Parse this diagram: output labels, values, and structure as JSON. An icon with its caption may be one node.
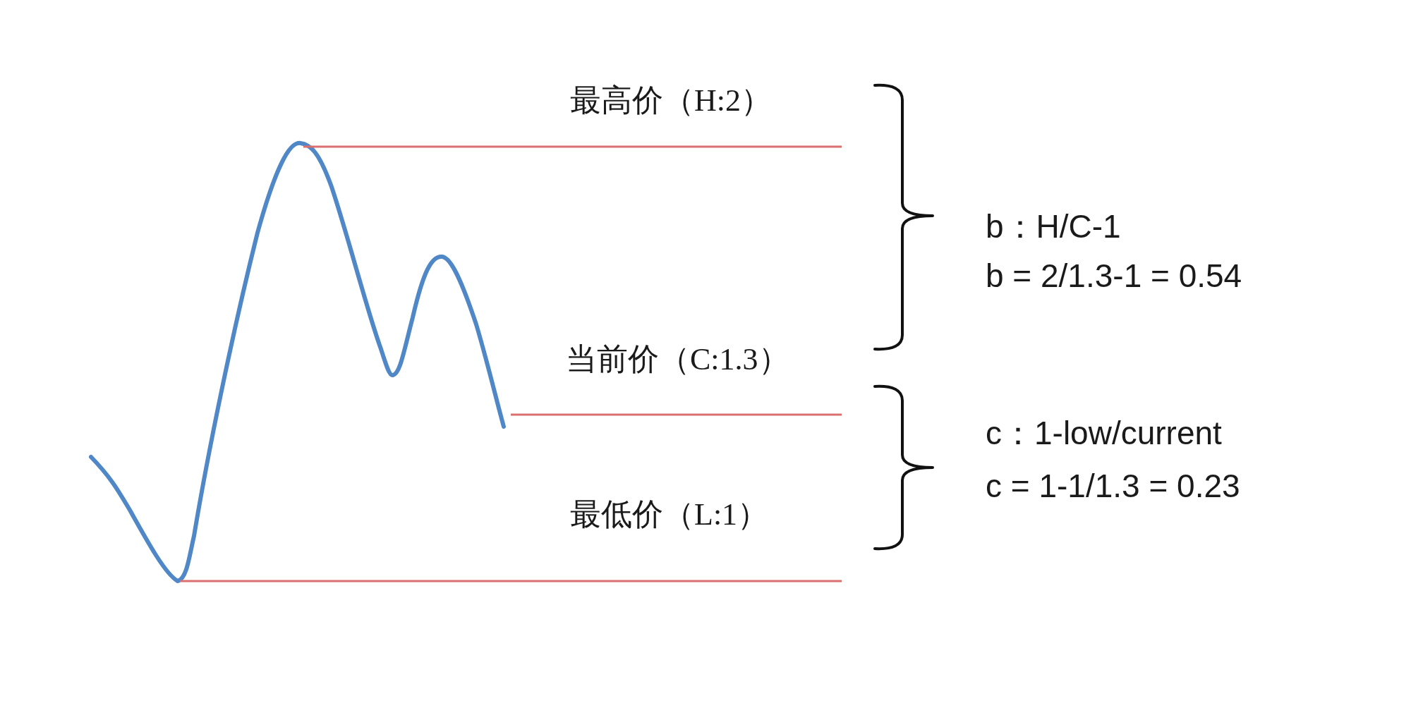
{
  "diagram": {
    "labels": [
      "最高价（H:2）",
      "b：H/C-1",
      "b = 2/1.3-1 = 0.54",
      "当前价（C:1.3）",
      "c：1-low/current",
      "c = 1-1/1.3 = 0.23",
      "最低价（L:1）"
    ]
  }
}
